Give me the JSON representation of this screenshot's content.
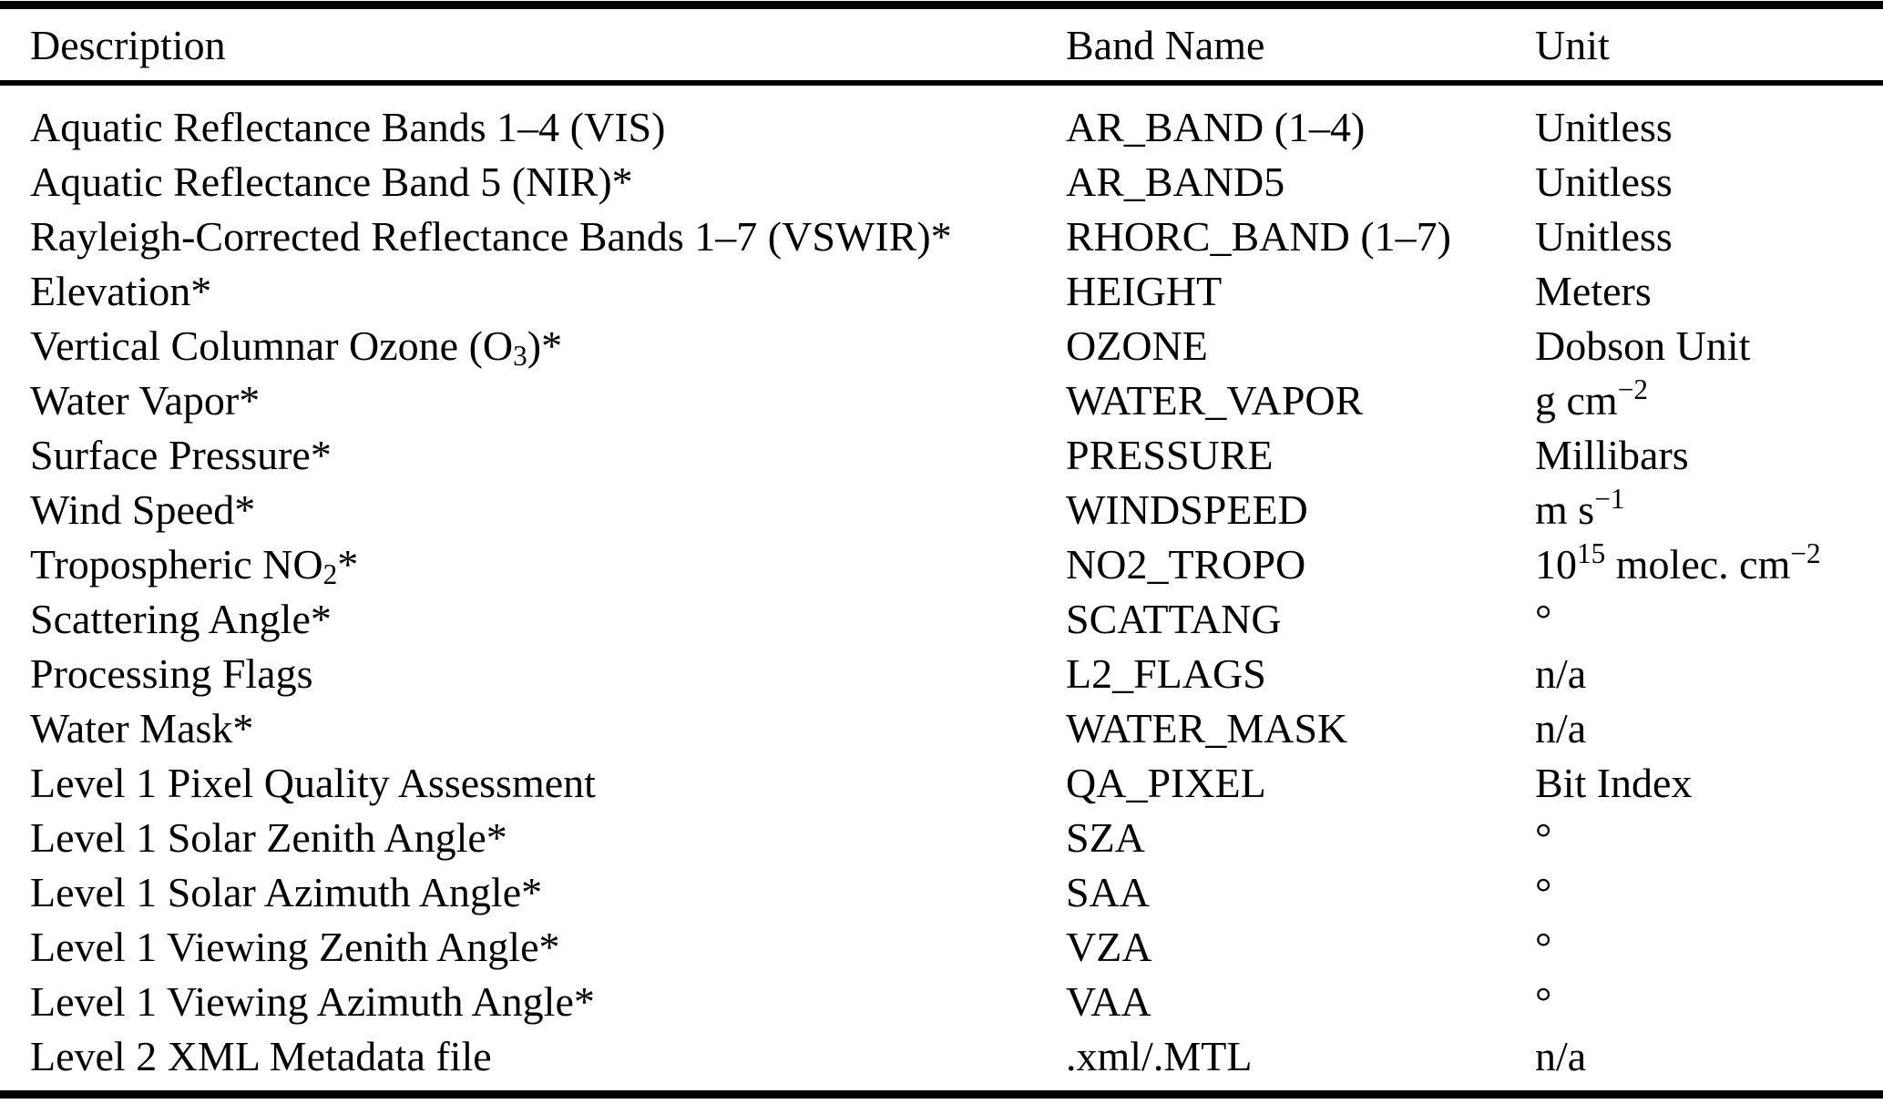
{
  "page": {
    "background_color": "#ffffff",
    "text_color": "#000000"
  },
  "table": {
    "columns": [
      "Description",
      "Band Name",
      "Unit"
    ],
    "rows": [
      [
        "Aquatic Reflectance Bands 1–4 (VIS)",
        "AR_BAND (1–4)",
        "Unitless"
      ],
      [
        "Aquatic Reflectance Band 5 (NIR)*",
        "AR_BAND5",
        "Unitless"
      ],
      [
        "Rayleigh-Corrected Reflectance Bands 1–7 (VSWIR)*",
        "RHORC_BAND (1–7)",
        "Unitless"
      ],
      [
        "Elevation*",
        "HEIGHT",
        "Meters"
      ],
      [
        "Vertical Columnar Ozone (O_{3})*",
        "OZONE",
        "Dobson Unit"
      ],
      [
        "Water Vapor*",
        "WATER_VAPOR",
        "g cm^{−2}"
      ],
      [
        "Surface Pressure*",
        "PRESSURE",
        "Millibars"
      ],
      [
        "Wind Speed*",
        "WINDSPEED",
        "m s^{−1}"
      ],
      [
        "Tropospheric NO_{2}*",
        "NO2_TROPO",
        "10^{15} molec. cm^{−2}"
      ],
      [
        "Scattering Angle*",
        "SCATTANG",
        "°"
      ],
      [
        "Processing Flags",
        "L2_FLAGS",
        "n/a"
      ],
      [
        "Water Mask*",
        "WATER_MASK",
        "n/a"
      ],
      [
        "Level 1 Pixel Quality Assessment",
        "QA_PIXEL",
        "Bit Index"
      ],
      [
        "Level 1 Solar Zenith Angle*",
        "SZA",
        "°"
      ],
      [
        "Level 1 Solar Azimuth Angle*",
        "SAA",
        "°"
      ],
      [
        "Level 1 Viewing Zenith Angle*",
        "VZA",
        "°"
      ],
      [
        "Level 1 Viewing Azimuth Angle*",
        "VAA",
        "°"
      ],
      [
        "Level 2 XML Metadata file",
        ".xml/.MTL",
        "n/a"
      ]
    ]
  }
}
